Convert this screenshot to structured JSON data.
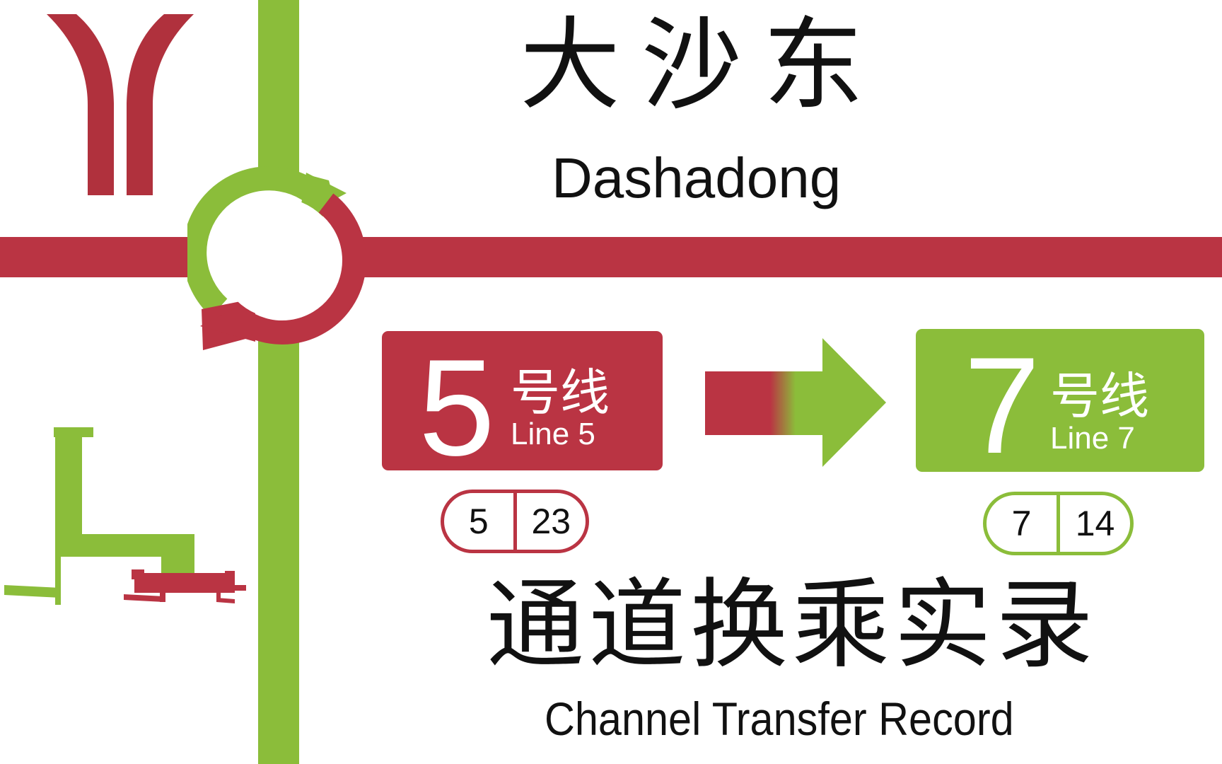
{
  "colors": {
    "line5_red": "#BA3443",
    "line7_green": "#8BBD3A",
    "logo_red": "#B0313D",
    "text_dark": "#111111",
    "background": "#FFFFFF"
  },
  "logo": {
    "icon": "guangzhou-metro-logo-icon"
  },
  "station": {
    "name_cn": "大沙东",
    "name_en": "Dashadong"
  },
  "transfer_icon": {
    "icon": "interchange-circular-arrows-icon"
  },
  "from_line": {
    "number": "5",
    "label_cn": "号线",
    "label_en": "Line 5",
    "color": "#BA3443",
    "station_code": {
      "line": "5",
      "station": "23"
    }
  },
  "direction_arrow": {
    "icon": "right-arrow-gradient-icon"
  },
  "to_line": {
    "number": "7",
    "label_cn": "号线",
    "label_en": "Line 7",
    "color": "#8BBD3A",
    "station_code": {
      "line": "7",
      "station": "14"
    }
  },
  "subtitle": {
    "cn": "通道换乘实录",
    "en": "Channel Transfer Record"
  },
  "map": {
    "icon": "station-layout-map-icon"
  }
}
